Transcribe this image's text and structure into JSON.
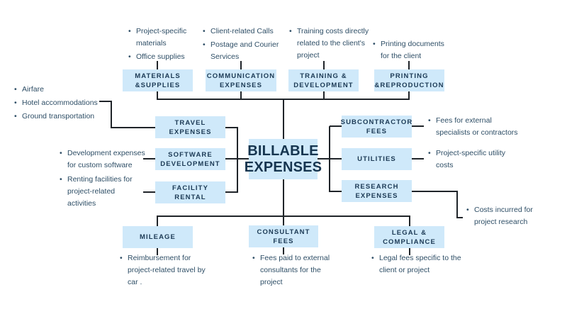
{
  "diagram_title": "BILLABLE EXPENSES mind map",
  "colors": {
    "node_fill": "#cfe9fa",
    "node_text": "#1c3a55",
    "note_text": "#2e4e66",
    "connector": "#1f2429",
    "background": "#ffffff"
  },
  "center": {
    "label": "BILLABLE\nEXPENSES"
  },
  "nodes": {
    "materials": "MATERIALS\n&SUPPLIES",
    "communication": "COMMUNICATION\nEXPENSES",
    "training": "TRAINING &\nDEVELOPMENT",
    "printing": "PRINTING\n&REPRODUCTION",
    "travel": "TRAVEL\nEXPENSES",
    "software": "SOFTWARE\nDEVELOPMENT",
    "facility": "FACILITY\nRENTAL",
    "subcontractor": "SUBCONTRACTOR\nFEES",
    "utilities": "UTILITIES",
    "research": "RESEARCH\nEXPENSES",
    "mileage": "MILEAGE",
    "consultant": "CONSULTANT\nFEES",
    "legal": "LEGAL &\nCOMPLIANCE"
  },
  "notes": {
    "materials": [
      "Project-specific materials",
      "Office supplies"
    ],
    "communication": [
      "Client-related Calls",
      "Postage and Courier Services"
    ],
    "training": [
      "Training costs directly related to the client's project"
    ],
    "printing": [
      "Printing documents for the client"
    ],
    "travel": [
      "Airfare",
      "Hotel accommodations",
      "Ground transportation"
    ],
    "software": [
      "Development expenses for custom software"
    ],
    "facility": [
      "Renting facilities for project-related activities"
    ],
    "subcontractor": [
      "Fees for external specialists or contractors"
    ],
    "utilities": [
      "Project-specific utility costs"
    ],
    "research": [
      "Costs incurred for project research"
    ],
    "mileage": [
      "Reimbursement for project-related travel by car ."
    ],
    "consultant": [
      "Fees paid to external consultants for the project"
    ],
    "legal": [
      "Legal fees specific to the client or project"
    ]
  }
}
